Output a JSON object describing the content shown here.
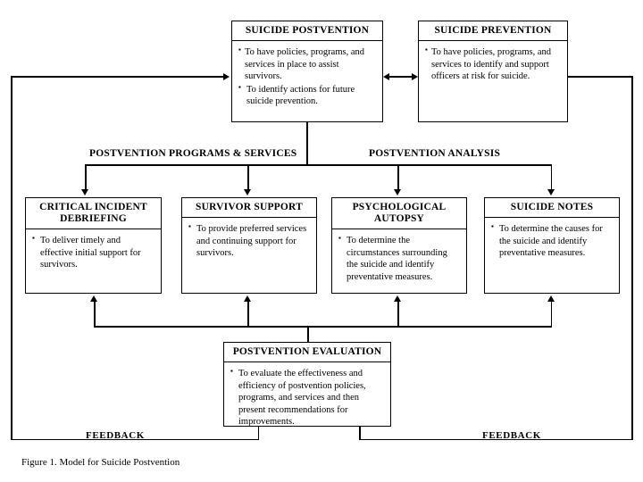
{
  "figure": {
    "caption": "Figure 1.   Model for Suicide Postvention"
  },
  "top_boxes": [
    {
      "id": "suicide-postvention",
      "title": "SUICIDE POSTVENTION",
      "bullets": [
        "To have policies, programs, and services in place to assist survivors.",
        "To identify actions for future suicide prevention."
      ]
    },
    {
      "id": "suicide-prevention",
      "title": "SUICIDE PREVENTION",
      "bullets": [
        "To have policies, programs, and services to identify and support officers at risk for suicide."
      ]
    }
  ],
  "group_captions": [
    {
      "id": "postvention-programs-services",
      "label": "POSTVENTION PROGRAMS & SERVICES"
    },
    {
      "id": "postvention-analysis",
      "label": "POSTVENTION ANALYSIS"
    }
  ],
  "middle_boxes": [
    {
      "id": "critical-incident-debriefing",
      "title": "CRITICAL  INCIDENT DEBRIEFING",
      "bullets": [
        "To deliver timely and effective initial support for survivors."
      ]
    },
    {
      "id": "survivor-support",
      "title": "SURVIVOR SUPPORT",
      "bullets": [
        "To provide preferred services and continuing support for survivors."
      ]
    },
    {
      "id": "psychological-autopsy",
      "title": "PSYCHOLOGICAL AUTOPSY",
      "bullets": [
        "To determine the circumstances surrounding the suicide and identify preventative measures."
      ]
    },
    {
      "id": "suicide-notes",
      "title": "SUICIDE NOTES",
      "bullets": [
        "To determine the causes for the suicide and identify preventative measures."
      ]
    }
  ],
  "evaluation_box": {
    "id": "postvention-evaluation",
    "title": "POSTVENTION  EVALUATION",
    "bullets": [
      "To evaluate the effectiveness and efficiency of postvention policies, programs, and services and then present recommendations for improvements."
    ]
  },
  "feedback_labels": {
    "left": "FEEDBACK",
    "right": "FEEDBACK"
  },
  "colors": {
    "line": "#000000",
    "background": "#ffffff",
    "text": "#000000"
  }
}
